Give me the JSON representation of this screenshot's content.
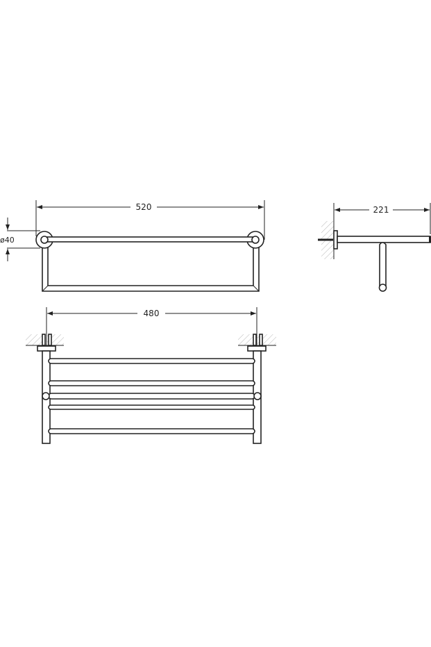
{
  "dimensions": {
    "front_width": "520",
    "rosette_diameter": "ø40",
    "mount_spacing": "480",
    "depth": "221"
  },
  "colors": {
    "line": "#222222",
    "hatch": "#999999",
    "background": "#ffffff"
  }
}
